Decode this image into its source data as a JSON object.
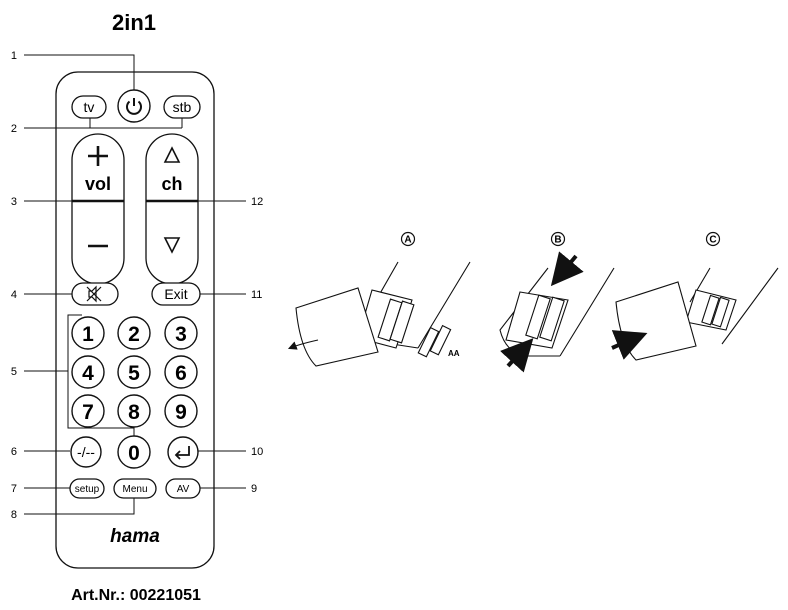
{
  "title": "2in1",
  "article_number": "Art.Nr.: 00221051",
  "brand": "hama",
  "buttons": {
    "tv": "tv",
    "stb": "stb",
    "vol": "vol",
    "ch": "ch",
    "exit": "Exit",
    "dash": "-/--",
    "setup": "setup",
    "menu": "Menu",
    "av": "AV",
    "digits": [
      "1",
      "2",
      "3",
      "4",
      "5",
      "6",
      "7",
      "8",
      "9",
      "0"
    ]
  },
  "callouts_left": [
    "1",
    "2",
    "3",
    "4",
    "5",
    "6",
    "7",
    "8"
  ],
  "callouts_right": [
    "12",
    "11",
    "10",
    "9"
  ],
  "battery_steps": [
    "A",
    "B",
    "C"
  ],
  "battery_label": "AA",
  "icons": [
    "power-icon",
    "mute-icon",
    "enter-icon",
    "plus-icon",
    "minus-icon",
    "triangle-up-icon",
    "triangle-down-icon",
    "arrow-icon"
  ]
}
